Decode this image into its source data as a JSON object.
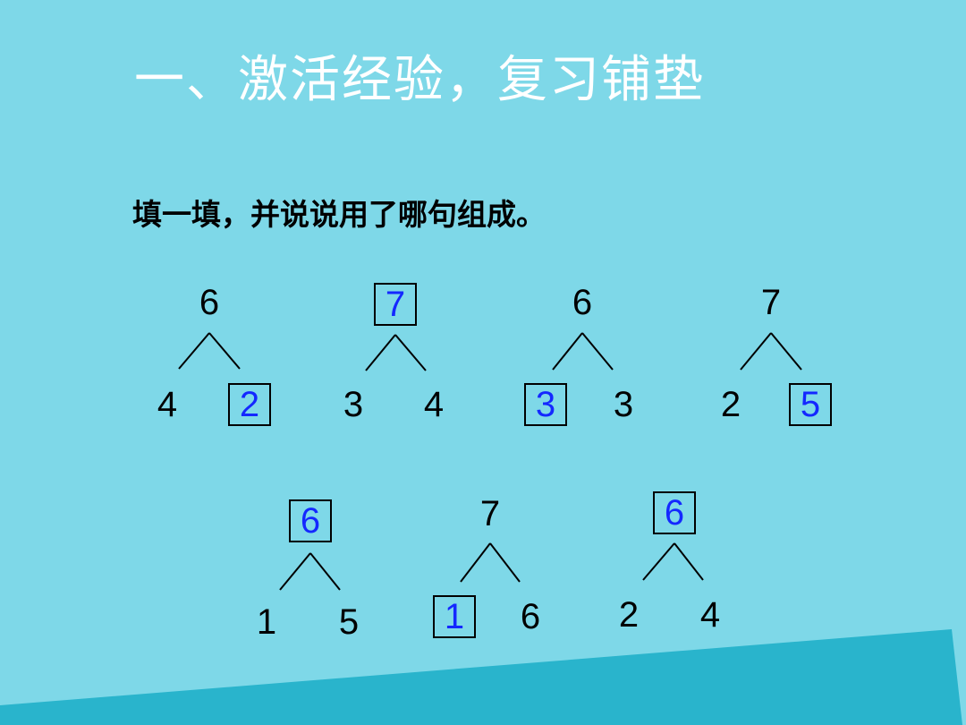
{
  "slide": {
    "title": "一、激活经验，复习铺垫",
    "instruction": "填一填，并说说用了哪句组成。"
  },
  "colors": {
    "background": "#7ed8e8",
    "title": "#ffffff",
    "answer": "#1428ff",
    "wedge": "#29b4cc"
  },
  "trees": [
    {
      "total": {
        "value": "6",
        "boxed": false
      },
      "left": {
        "value": "4",
        "boxed": false
      },
      "right": {
        "value": "2",
        "boxed": true
      }
    },
    {
      "total": {
        "value": "7",
        "boxed": true
      },
      "left": {
        "value": "3",
        "boxed": false
      },
      "right": {
        "value": "4",
        "boxed": false
      }
    },
    {
      "total": {
        "value": "6",
        "boxed": false
      },
      "left": {
        "value": "3",
        "boxed": true
      },
      "right": {
        "value": "3",
        "boxed": false
      }
    },
    {
      "total": {
        "value": "7",
        "boxed": false
      },
      "left": {
        "value": "2",
        "boxed": false
      },
      "right": {
        "value": "5",
        "boxed": true
      }
    },
    {
      "total": {
        "value": "6",
        "boxed": true
      },
      "left": {
        "value": "1",
        "boxed": false
      },
      "right": {
        "value": "5",
        "boxed": false
      }
    },
    {
      "total": {
        "value": "7",
        "boxed": false
      },
      "left": {
        "value": "1",
        "boxed": true
      },
      "right": {
        "value": "6",
        "boxed": false
      }
    },
    {
      "total": {
        "value": "6",
        "boxed": true
      },
      "left": {
        "value": "2",
        "boxed": false
      },
      "right": {
        "value": "4",
        "boxed": false
      }
    }
  ]
}
